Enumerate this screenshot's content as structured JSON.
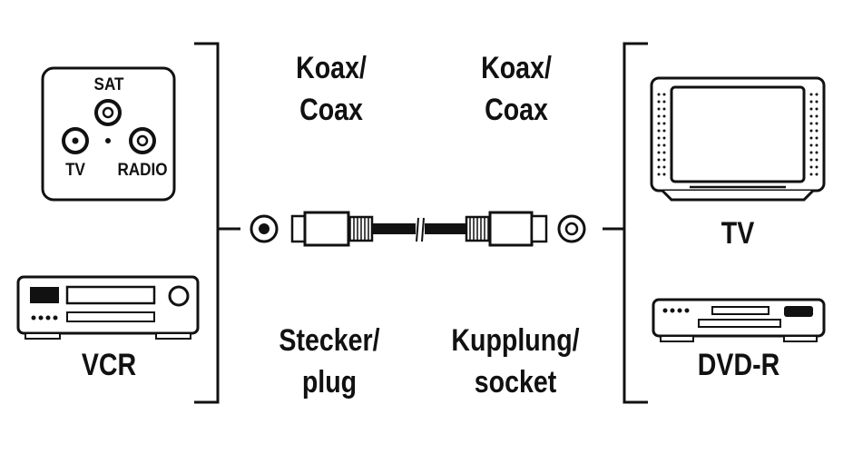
{
  "wall_socket": {
    "sat": "SAT",
    "tv": "TV",
    "radio": "RADIO"
  },
  "devices": {
    "left": "VCR",
    "right_top": "TV",
    "right_bottom": "DVD-R"
  },
  "cable_labels": {
    "left_top_1": "Koax/",
    "left_top_2": "Coax",
    "right_top_1": "Koax/",
    "right_top_2": "Coax",
    "left_bottom_1": "Stecker/",
    "left_bottom_2": "plug",
    "right_bottom_1": "Kupplung/",
    "right_bottom_2": "socket"
  },
  "colors": {
    "ink": "#111111",
    "background": "#ffffff"
  }
}
